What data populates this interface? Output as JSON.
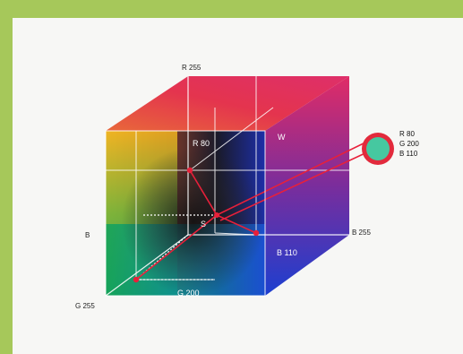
{
  "diagram": {
    "axis_labels": {
      "r_axis": "R 255",
      "g_axis": "G 255",
      "b_axis": "B 255",
      "origin": "B"
    },
    "point_labels": {
      "r_value": "R 80",
      "g_value": "G 200",
      "b_value": "B 110",
      "white": "W",
      "black": "S"
    },
    "callout": {
      "color": "#46c8a0",
      "r_text": "R 80",
      "g_text": "G 200",
      "b_text": "B 110"
    }
  }
}
